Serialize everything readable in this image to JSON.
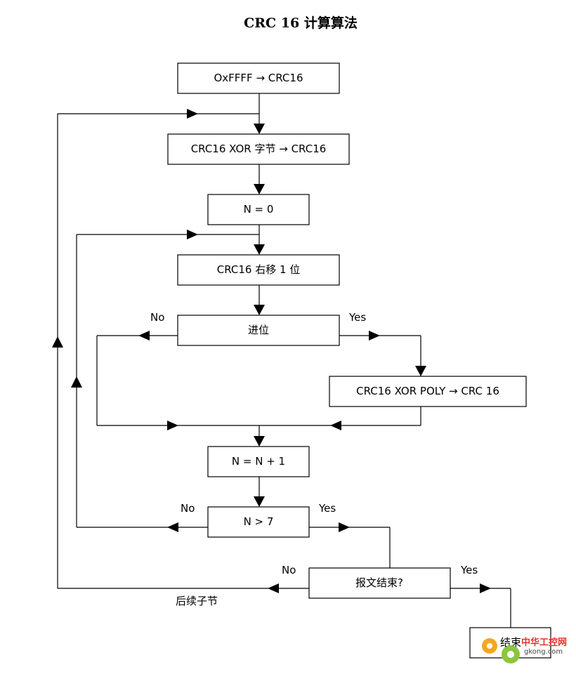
{
  "title": "CRC 16  计算算法",
  "nodes": {
    "init": "OxFFFF → CRC16",
    "xor_byte": "CRC16 XOR 字节 → CRC16",
    "n_zero": "N = 0",
    "shift": "CRC16 右移 1 位",
    "carry": "进位",
    "xor_poly": "CRC16 XOR POLY → CRC 16",
    "n_inc": "N = N + 1",
    "n_gt7": "N > 7",
    "msg_end": "报文结束?",
    "end": "结束"
  },
  "labels": {
    "carry_no": "No",
    "carry_yes": "Yes",
    "n_no": "No",
    "n_yes": "Yes",
    "msg_no": "No",
    "msg_yes": "Yes",
    "next_byte": "后续子节"
  },
  "watermark": {
    "site": "中华工控网",
    "url": "gkong.com"
  }
}
